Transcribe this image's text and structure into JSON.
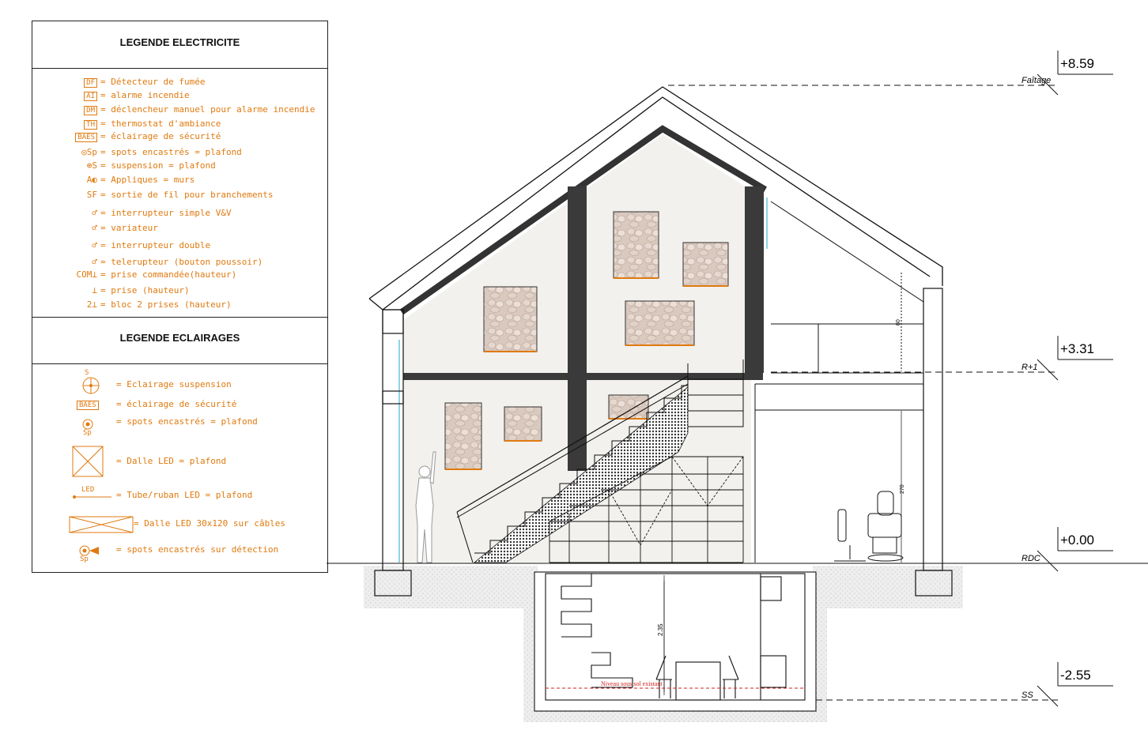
{
  "legend_electricite": {
    "title": "LEGENDE ELECTRICITE",
    "items": [
      {
        "symbol": "DF",
        "text": "= Détecteur de fumée"
      },
      {
        "symbol": "AI",
        "text": "= alarme incendie"
      },
      {
        "symbol": "DM",
        "text": "= déclencheur manuel pour alarme incendie"
      },
      {
        "symbol": "TH",
        "text": "= thermostat d'ambiance"
      },
      {
        "symbol": "BAES",
        "text": "= éclairage de sécurité"
      },
      {
        "symbol": "◎Sp",
        "text": "= spots encastrés = plafond"
      },
      {
        "symbol": "⊕S",
        "text": "= suspension = plafond"
      },
      {
        "symbol": "A◐",
        "text": "= Appliques = murs"
      },
      {
        "symbol": "SF",
        "text": "= sortie de fil pour branchements"
      },
      {
        "symbol": "♂",
        "text": "= interrupteur simple V&V"
      },
      {
        "symbol": "♂",
        "text": "= variateur"
      },
      {
        "symbol": "♂",
        "text": "= interrupteur double"
      },
      {
        "symbol": "♂",
        "text": "= telerupteur (bouton poussoir)"
      },
      {
        "symbol": "COM⊥",
        "text": "= prise commandée(hauteur)"
      },
      {
        "symbol": "⊥",
        "text": "= prise (hauteur)"
      },
      {
        "symbol": "2⊥",
        "text": "= bloc 2 prises (hauteur)"
      }
    ]
  },
  "legend_eclairages": {
    "title": "LEGENDE ECLAIRAGES",
    "items": [
      {
        "symbol_label": "S",
        "text": "= Eclairage suspension"
      },
      {
        "symbol_label": "BAES",
        "text": "= éclairage de sécurité"
      },
      {
        "symbol_label": "Sp",
        "text": "= spots encastrés = plafond"
      },
      {
        "symbol_label": "",
        "text": "= Dalle LED  = plafond"
      },
      {
        "symbol_label": "LED",
        "text": "= Tube/ruban LED = plafond"
      },
      {
        "symbol_label": "",
        "text": "= Dalle LED 30x120 sur câbles"
      },
      {
        "symbol_label": "Sp",
        "text": "= spots encastrés sur détection"
      }
    ]
  },
  "levels": [
    {
      "value": "+8.59",
      "name": "Faîtage"
    },
    {
      "value": "+3.31",
      "name": "R+1"
    },
    {
      "value": "+0.00",
      "name": "RDC"
    },
    {
      "value": "-2.55",
      "name": "SS"
    }
  ],
  "dimensions": {
    "upper": "60",
    "ground_floor": "270",
    "basement": "2.35"
  },
  "annotations": {
    "basement_level": "Niveau sous sol existant",
    "led_tag": "LED"
  },
  "colors": {
    "accent": "#e07a10",
    "dark_beam": "#3a3a3a",
    "wall_fill": "#f2f1ed",
    "red_dash": "#d42020"
  }
}
